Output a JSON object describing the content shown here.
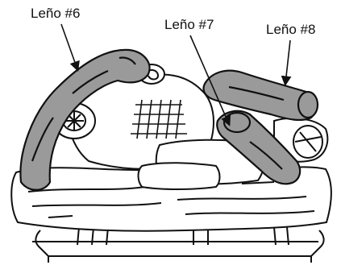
{
  "labels": {
    "log6": "Leño #6",
    "log7": "Leño #7",
    "log8": "Leño #8"
  },
  "colors": {
    "stroke": "#111111",
    "log_fill": "#9a9a9a",
    "background": "#ffffff"
  }
}
